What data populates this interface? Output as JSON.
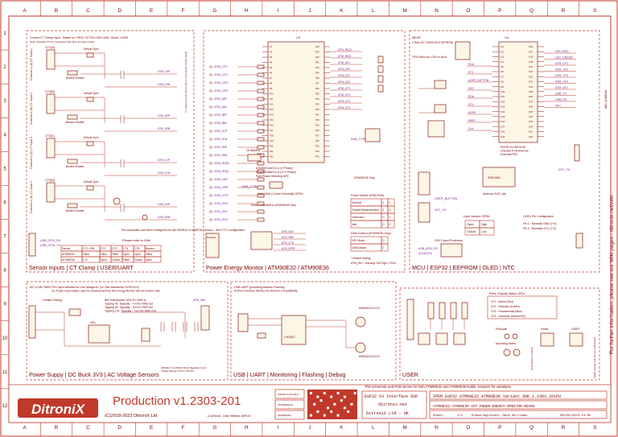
{
  "colors": {
    "frame": "#c0392b",
    "wire": "#c0392b",
    "note": "#7a0000",
    "pin_text": "#7a1a8a",
    "chip_fill": "#fbf6e6",
    "tb_fill": "#ffffff",
    "logo_bg": "#c0392b",
    "logo_text": "#ffffff"
  },
  "grid": {
    "columns": [
      "A",
      "B",
      "C",
      "D",
      "E",
      "F",
      "G",
      "H",
      "I",
      "J",
      "K",
      "L",
      "M",
      "N",
      "O",
      "P",
      "Q",
      "R",
      "S"
    ],
    "rows": [
      "1",
      "2",
      "3",
      "4",
      "5",
      "6",
      "7",
      "8",
      "9",
      "10",
      "11",
      "12"
    ]
  },
  "sections": {
    "ct_sensors": "Sensor Inputs | CT Clamp | USER/UART",
    "energy_monitor": "Power Energy Monitor | ATM90E32 / ATM90E36",
    "mcu": "MCU | ESP32 | EEPROM | OLED | NTC",
    "power_supply": "Power Suppy | DC Buck 3V3 | AC Voltage Sensors",
    "usb": "USB | UART | Monitoring | Flashing | Debug",
    "user": "USER"
  },
  "ct_block": {
    "title": "Current CT Clamp input - Based on YHDC SCT013-000 100A / 50mA 1:2000",
    "subtitle": "Note: Populate CT1 for Supported and other Interface Inputs",
    "channels": [
      "Channel 1 (A) CT Input 1",
      "Channel 2 (B) CT Input 2",
      "Channel 3 (C) CT Input 3",
      "Channel 4 (N) CT Input 4"
    ],
    "connectors": [
      "CT1(A)",
      "CT2(B)",
      "CT3(C)",
      "CT4(N)"
    ],
    "burden": "Burden Enable",
    "default_open": "Default Open",
    "note": "This schematic has been configured for the M90E32 or M90E36 Version - See CT4 Configuration",
    "wiki": "Please refer to Wiki",
    "side_note": "3 x Pulse Current Inputs (5A) 3 x Channels / Pulse Inputs"
  },
  "device_table": {
    "headers": [
      "Device",
      "CT1 / RB",
      "CT2",
      "CT3",
      "CT4",
      "CT5",
      "Burden"
    ],
    "rows": [
      [
        "ATM90E32",
        "Fitted",
        "Fitted",
        "Fitted",
        "Open",
        "Open",
        "Fitted"
      ],
      [
        "ATM90E36",
        "1+3",
        "Open",
        "Closed",
        "Fitted",
        "Closed",
        "Open"
      ]
    ]
  },
  "energy": {
    "chip_label": "U3",
    "chip_name": "ATM90E32AS A.U (3 Phase) ATM90E36AS A.U (3+1 Phase) Poly Phase Metering AFE",
    "notes": [
      "Note: Used for EMI",
      "Note: 4 Related to ATM90E36 Only"
    ],
    "dma_note": "Auto DMA Control *Normally OPEN",
    "dma_ctrl": "DMA_CTRL",
    "power_modes_title": "Power Modes (PM1/PM0)",
    "power_modes": [
      [
        "Normal",
        "1",
        "1"
      ],
      [
        "Partial Measurement",
        "1",
        "0"
      ],
      [
        "Detection",
        "0",
        "1"
      ],
      [
        "Idle",
        "0",
        "0"
      ]
    ],
    "dma_control_title": "DMA Control (ATM90E36 Only)",
    "dma_modes": [
      [
        "SPI Mode",
        "0"
      ],
      [
        "DMA Mode",
        "1"
      ]
    ],
    "default_setting": "* Default Setting",
    "atm_wo": "ATM_WO - Warning Out High = Error",
    "atm90e36_only": "ATM90E36 Only",
    "signals_left": [
      "ATM_CF1",
      "ATM_CF2",
      "ATM_CF3",
      "ATM_CF4",
      "ATM_IAP",
      "ATM_IAN",
      "ATM_IBP",
      "ATM_IBN",
      "ATM_ICP",
      "ATM_ICN",
      "ATM_INP",
      "ATM_INN",
      "ATM_IRQ0",
      "ATM_IRQ1",
      "ATM_VAP",
      "ATM_VBP",
      "ATM_VCP",
      "ATM_ZX0",
      "ATM_ZX1",
      "ATM_ZX2"
    ],
    "signals_right": [
      "ATM_IRQ0",
      "ATM_IRQ1",
      "ATM_WO",
      "ATM_ZX0",
      "ATM_ZX1",
      "ATM_ZX2",
      "ATM_CF1",
      "ATM_CF2",
      "ATM_CF3",
      "ATM_CF4"
    ]
  },
  "mcu": {
    "eeprom_title": "MEAS",
    "eeprom_desc": "2 Wire I2C 32Kbit 2012 EEPROM",
    "gpio_note": "GPIO Must be LOW on Boot",
    "chip_label": "U4",
    "chip_name": "ESP32-S3-WROOM Onboard PCB Antenna External IPEX",
    "pins_left": [
      "SDA",
      "SCL",
      "USER_BUTTON",
      "LED",
      "SDA",
      "SCL",
      "MOSI",
      "MISO",
      "CLK"
    ],
    "pins_right": [
      "LED_RED",
      "LED_GREEN",
      "ATM_CF1",
      "ATM_CF2",
      "ATM_CF3",
      "ATM_CF4",
      "ATM_WO",
      "USB_TX",
      "USB_RX",
      "NTC"
    ],
    "oled_label": "Address 0x3C (W)",
    "oled_chip": "SSD1306",
    "ntc": "NTC_TH",
    "user_button": "USER_BUTTON",
    "jumper_title": "User Jumper GP36",
    "jumper_rows": [
      [
        "Open",
        "High"
      ],
      [
        "Closed",
        "Low"
      ]
    ],
    "oled_cfg_title": "OLED Pin Configuration",
    "oled_cfg": [
      "Pin 1 - Normally GND (2+3)",
      "Pin 2 - Normally VCC (1+2)"
    ],
    "gpio_input": "GPIO Input Protection",
    "serial_no": "ABC 2xSERIAL"
  },
  "power": {
    "ac_title": "AC 9-16V RMS",
    "ac_note": "PSU input intended for Low Voltage AC (i.e. Bell transformer 9V/9V/12V) DC Power input maybe used for development but the Energy Monitor will not function fully",
    "default_testing": "* Default Testing",
    "bell_note": "Bell Transformer 240V AC RMS In Tapping 4v: Typically ~ 4.4 AC RMS Out Tapping 8v: Typically ~ 8.9 AC RMS Out Tapping 12v: Typically ~ 13.2 AC RMS Out",
    "regulator": "VR1",
    "ldo_note": "AMS1117 or AP2112 Buck Regulator Input Voltage Range 4.5V to 16V DC"
  },
  "usb": {
    "title": "USB UART (providing Arduino Flashing ESP32 Interface Mimics 5V Arduino Compatibility",
    "chip": "CH340C",
    "transistor": "MMUN2211LT1G"
  },
  "user": {
    "leds_title": "Pulse Outputs Status LEDs",
    "leds": [
      "CF1 - Active (Red)",
      "CF2 - ReActive (Green)",
      "CF3 - Fundamental (Blue)",
      "CF4 - Harmonic (Amber/Yel)"
    ],
    "fiducials": "Fiducials",
    "mounting": "Mounting Holes",
    "reset": "Reset",
    "user_btn": "USER",
    "dual_switch": "Dual Switch Footprint",
    "jumper_note": "USER Jumper will use the USB button"
  },
  "right_margin": "For further information, please see our Wiki pages - ditronix.net/wiki",
  "footer": {
    "logo": "DitroniX",
    "production": "Production v1.2303-201",
    "copyright": "(C)2018-2023 DitroniX Ltd",
    "designer": "(C)Ditronix - Dave Williams G8PUO",
    "chip_boxes": [
      "ESP32-S3 Interface",
      "ATM90E32AS",
      "ATM90E36A"
    ],
    "series_note": "This schematic and PCB serves for both ATM90E32 and ATM90E36 builds. Jumpers for variations.",
    "interface_title": "ESP32 S3 Interface SDK",
    "website": "ditronix.net",
    "company": "DitroniX Ltd - UK",
    "sheet_label": "Sheet:",
    "sheet_value": "1/1",
    "drawn": "Drawn/Approved: Dave Williams",
    "date": "09/03/2023 14:05",
    "board_title": "IPEM ESP32 ATM90E32 ATM90E36 Variant SDK 1.2303.201PU",
    "board_subtitle": "ATM90E32-ATM90E36-IOT-POWER-ENERGY-MONITOR-BOARD"
  }
}
